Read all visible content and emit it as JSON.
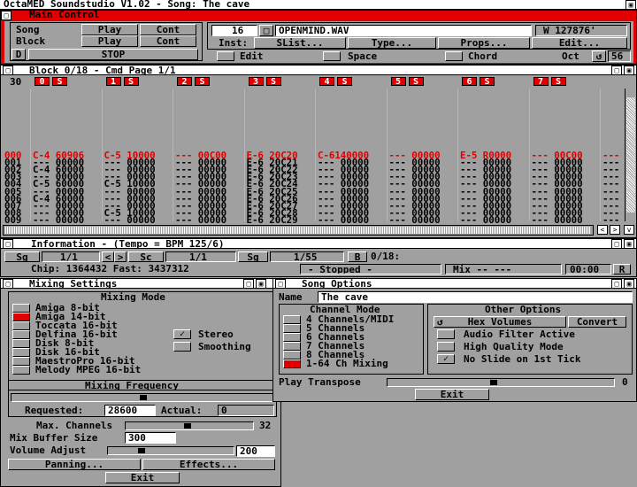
{
  "app_title": "OctaMED Soundstudio V1.02 - Song: The cave",
  "main_control": {
    "title": "Main Control",
    "song_label": "Song",
    "block_label": "Block",
    "play": "Play",
    "cont": "Cont",
    "d_label": "D",
    "stop": "STOP",
    "inst_num": "16",
    "inst_name": "OPENMIND.WAV",
    "inst_size": "W 127876'",
    "inst_label": "Inst:",
    "slist": "SList...",
    "type": "Type...",
    "props": "Props...",
    "edit_btn": "Edit...",
    "edit_label": "Edit",
    "space_label": "Space",
    "chord_label": "Chord",
    "oct_label": "Oct",
    "oct_value": "56"
  },
  "block": {
    "title": "Block 0/18 - Cmd Page 1/1",
    "line_count": "30",
    "tracks": [
      "0",
      "1",
      "2",
      "3",
      "4",
      "5",
      "6",
      "7"
    ],
    "solo": "S",
    "rows": [
      {
        "n": "000",
        "t": [
          "C-4 60906",
          "C-5 10000",
          "--- 00C00",
          "E-6 20C20",
          "C-6140000",
          "--- 00000",
          "E-5 R0000",
          "--- 00C00",
          "---"
        ]
      },
      {
        "n": "001",
        "t": [
          "--- 00000",
          "--- 00000",
          "--- 00000",
          "E-6 20C21",
          "--- 00000",
          "--- 00000",
          "--- 00000",
          "--- 00000",
          "---"
        ]
      },
      {
        "n": "002",
        "t": [
          "C-4 60000",
          "--- 00000",
          "--- 00000",
          "E-6 20C22",
          "--- 00000",
          "--- 00000",
          "--- 00000",
          "--- 00000",
          "---"
        ]
      },
      {
        "n": "003",
        "t": [
          "--- 00000",
          "--- 00000",
          "--- 00000",
          "E-6 20C23",
          "--- 00000",
          "--- 00000",
          "--- 00000",
          "--- 00000",
          "---"
        ]
      },
      {
        "n": "004",
        "t": [
          "C-5 60000",
          "C-5 10000",
          "--- 00000",
          "E-6 20C24",
          "--- 00000",
          "--- 00000",
          "--- 00000",
          "--- 00000",
          "---"
        ]
      },
      {
        "n": "005",
        "t": [
          "--- 00000",
          "--- 00000",
          "--- 00000",
          "E-6 20C25",
          "--- 00000",
          "--- 00000",
          "--- 00000",
          "--- 00000",
          "---"
        ]
      },
      {
        "n": "006",
        "t": [
          "C-4 60000",
          "--- 00000",
          "--- 00000",
          "E-6 20C26",
          "--- 00000",
          "--- 00000",
          "--- 00000",
          "--- 00000",
          "---"
        ]
      },
      {
        "n": "007",
        "t": [
          "--- 00000",
          "--- 00000",
          "--- 00000",
          "E-6 20C27",
          "--- 00000",
          "--- 00000",
          "--- 00000",
          "--- 00000",
          "---"
        ]
      },
      {
        "n": "008",
        "t": [
          "--- 00000",
          "C-5 10000",
          "--- 00000",
          "E-6 20C28",
          "--- 00000",
          "--- 00000",
          "--- 00000",
          "--- 00000",
          "---"
        ]
      },
      {
        "n": "009",
        "t": [
          "--- 00000",
          "--- 00000",
          "--- 00000",
          "E-6 20C29",
          "--- 00000",
          "--- 00000",
          "--- 00000",
          "--- 00000",
          "---"
        ]
      }
    ]
  },
  "information": {
    "title": "Information - (Tempo = BPM 125/6)",
    "sg": "Sg",
    "sg_val": "1/1",
    "sc": "Sc",
    "sc_val": "1/1",
    "sg2": "Sg",
    "sg2_val": "1/55",
    "b_label": "B",
    "b_val": "0/18:",
    "chip": "Chip: 1364432 Fast: 3437312",
    "status": "- Stopped -",
    "mix": "Mix -- ---",
    "time": "00:00",
    "r": "R"
  },
  "mixing": {
    "title": "Mixing Settings",
    "mode_header": "Mixing Mode",
    "modes": [
      "Amiga 8-bit",
      "Amiga 14-bit",
      "Toccata 16-bit",
      "Delfina 16-bit",
      "Disk 8-bit",
      "Disk 16-bit",
      "MaestroPro 16-bit",
      "Melody MPEG 16-bit"
    ],
    "stereo": "Stereo",
    "smoothing": "Smoothing",
    "freq_header": "Mixing Frequency",
    "freq_level": 0.5,
    "requested_label": "Requested:",
    "requested_val": "28600",
    "actual_label": "Actual:",
    "actual_val": "0",
    "max_channels_label": "Max. Channels",
    "max_channels_val": "32",
    "buffer_label": "Mix Buffer Size",
    "buffer_val": "300",
    "volume_label": "Volume Adjust",
    "volume_val": "200",
    "panning": "Panning...",
    "effects": "Effects...",
    "exit": "Exit"
  },
  "song_options": {
    "title": "Song Options",
    "name_label": "Name",
    "name_val": "The cave",
    "channel_mode_header": "Channel Mode",
    "channel_modes": [
      "4 Channels/MIDI",
      "5 Channels",
      "6 Channels",
      "7 Channels",
      "8 Channels",
      "1-64 Ch Mixing"
    ],
    "other_header": "Other Options",
    "hex_volumes": "Hex Volumes",
    "convert": "Convert",
    "audio_filter": "Audio Filter Active",
    "high_quality": "High Quality Mode",
    "no_slide": "No Slide on 1st Tick",
    "transpose_label": "Play Transpose",
    "transpose_val": "0",
    "exit": "Exit"
  },
  "colors": {
    "accent": "#e00000",
    "window_bg": "#a0a0a0",
    "title_bg": "#ffffff"
  }
}
